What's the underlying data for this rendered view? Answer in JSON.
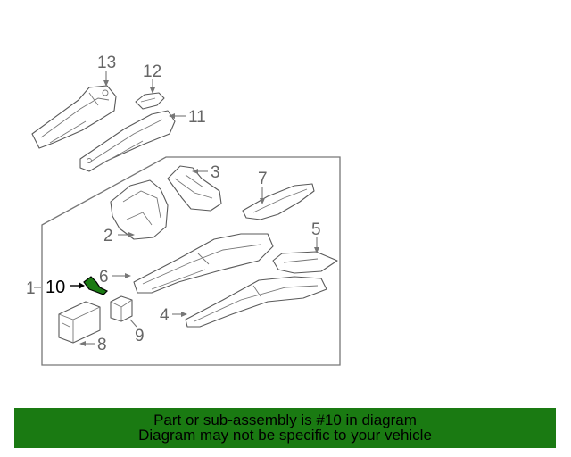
{
  "diagram": {
    "callouts": {
      "c1": "1",
      "c2": "2",
      "c3": "3",
      "c4": "4",
      "c5": "5",
      "c6": "6",
      "c7": "7",
      "c8": "8",
      "c9": "9",
      "c10": "10",
      "c11": "11",
      "c12": "12",
      "c13": "13"
    },
    "highlighted_part": "10",
    "highlight_color": "#1a7a12"
  },
  "banner": {
    "line1": "Part or sub-assembly is #10 in diagram",
    "line2": "Diagram may not be specific to your vehicle",
    "background": "#1a7a12"
  }
}
